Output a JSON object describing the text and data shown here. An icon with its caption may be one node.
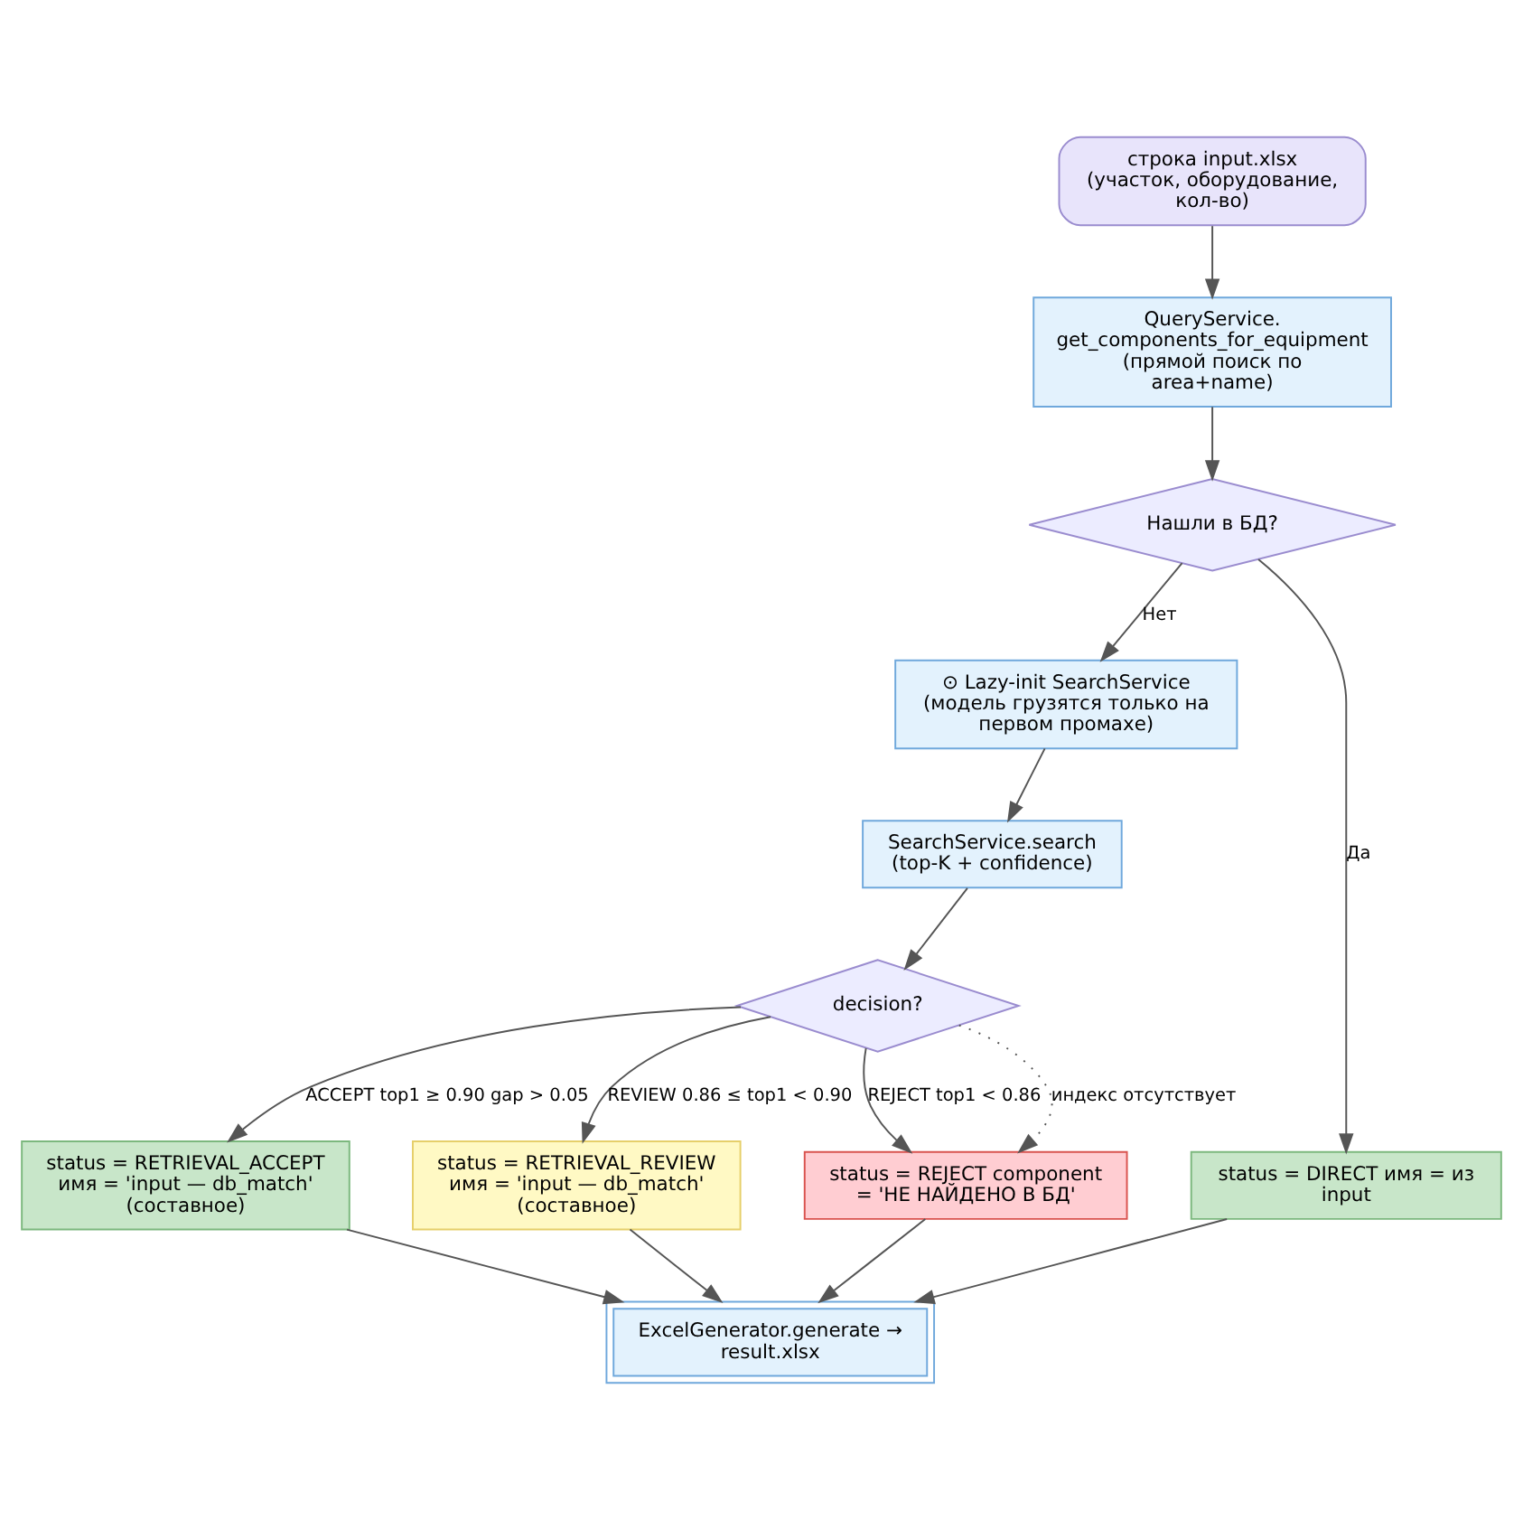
{
  "diagram": {
    "nodes": [
      {
        "text": [
          "строка input.xlsx (участок, оборудование, кол-во)"
        ]
      },
      {
        "text": [
          "QueryService. get_components_for_equipment (прямой поиск по area+name)"
        ]
      },
      {
        "text": [
          "Нашли в БД?"
        ]
      },
      {
        "text": [
          "⊙ Lazy-init SearchService (модель грузятся только на первом промахе)"
        ]
      },
      {
        "text": [
          "SearchService.search (top-K + confidence)"
        ]
      },
      {
        "text": [
          "decision?"
        ]
      },
      {
        "text": [
          "status = DIRECT имя = из input"
        ]
      },
      {
        "text": [
          "status = RETRIEVAL_ACCEPT имя = 'input — db_match' (составное)"
        ]
      },
      {
        "text": [
          "status = RETRIEVAL_REVIEW имя = 'input — db_match' (составное)"
        ]
      },
      {
        "text": [
          "status = REJECT component = 'НЕ НАЙДЕНО В БД'"
        ]
      },
      {
        "text": [
          "ExcelGenerator.generate → result.xlsx"
        ]
      }
    ],
    "edges": [
      {
        "from": 0,
        "to": 1,
        "arrow": "to"
      },
      {
        "from": 1,
        "to": 2,
        "arrow": "to"
      },
      {
        "from": 2,
        "to": 6,
        "arrow": "to",
        "label": "Да"
      },
      {
        "from": 2,
        "to": 3,
        "arrow": "to",
        "label": "Нет"
      },
      {
        "from": 3,
        "to": 4,
        "arrow": "to"
      },
      {
        "from": 4,
        "to": 5,
        "arrow": "to"
      },
      {
        "from": 5,
        "to": 7,
        "arrow": "to",
        "label": "ACCEPT top1 ≥ 0.90 gap > 0.05"
      },
      {
        "from": 5,
        "to": 8,
        "arrow": "to",
        "label": "REVIEW 0.86 ≤ top1 < 0.90"
      },
      {
        "from": 5,
        "to": 9,
        "arrow": "to",
        "label": "REJECT top1 < 0.86"
      },
      {
        "from": 5,
        "to": 9,
        "arrow": "to",
        "label": "индекс отсутствует",
        "style": "dashed"
      },
      {
        "from": 6,
        "to": 10,
        "arrow": "to"
      },
      {
        "from": 7,
        "to": 10,
        "arrow": "to"
      },
      {
        "from": 8,
        "to": 10,
        "arrow": "to"
      },
      {
        "from": 9,
        "to": 10,
        "arrow": "to"
      }
    ]
  }
}
